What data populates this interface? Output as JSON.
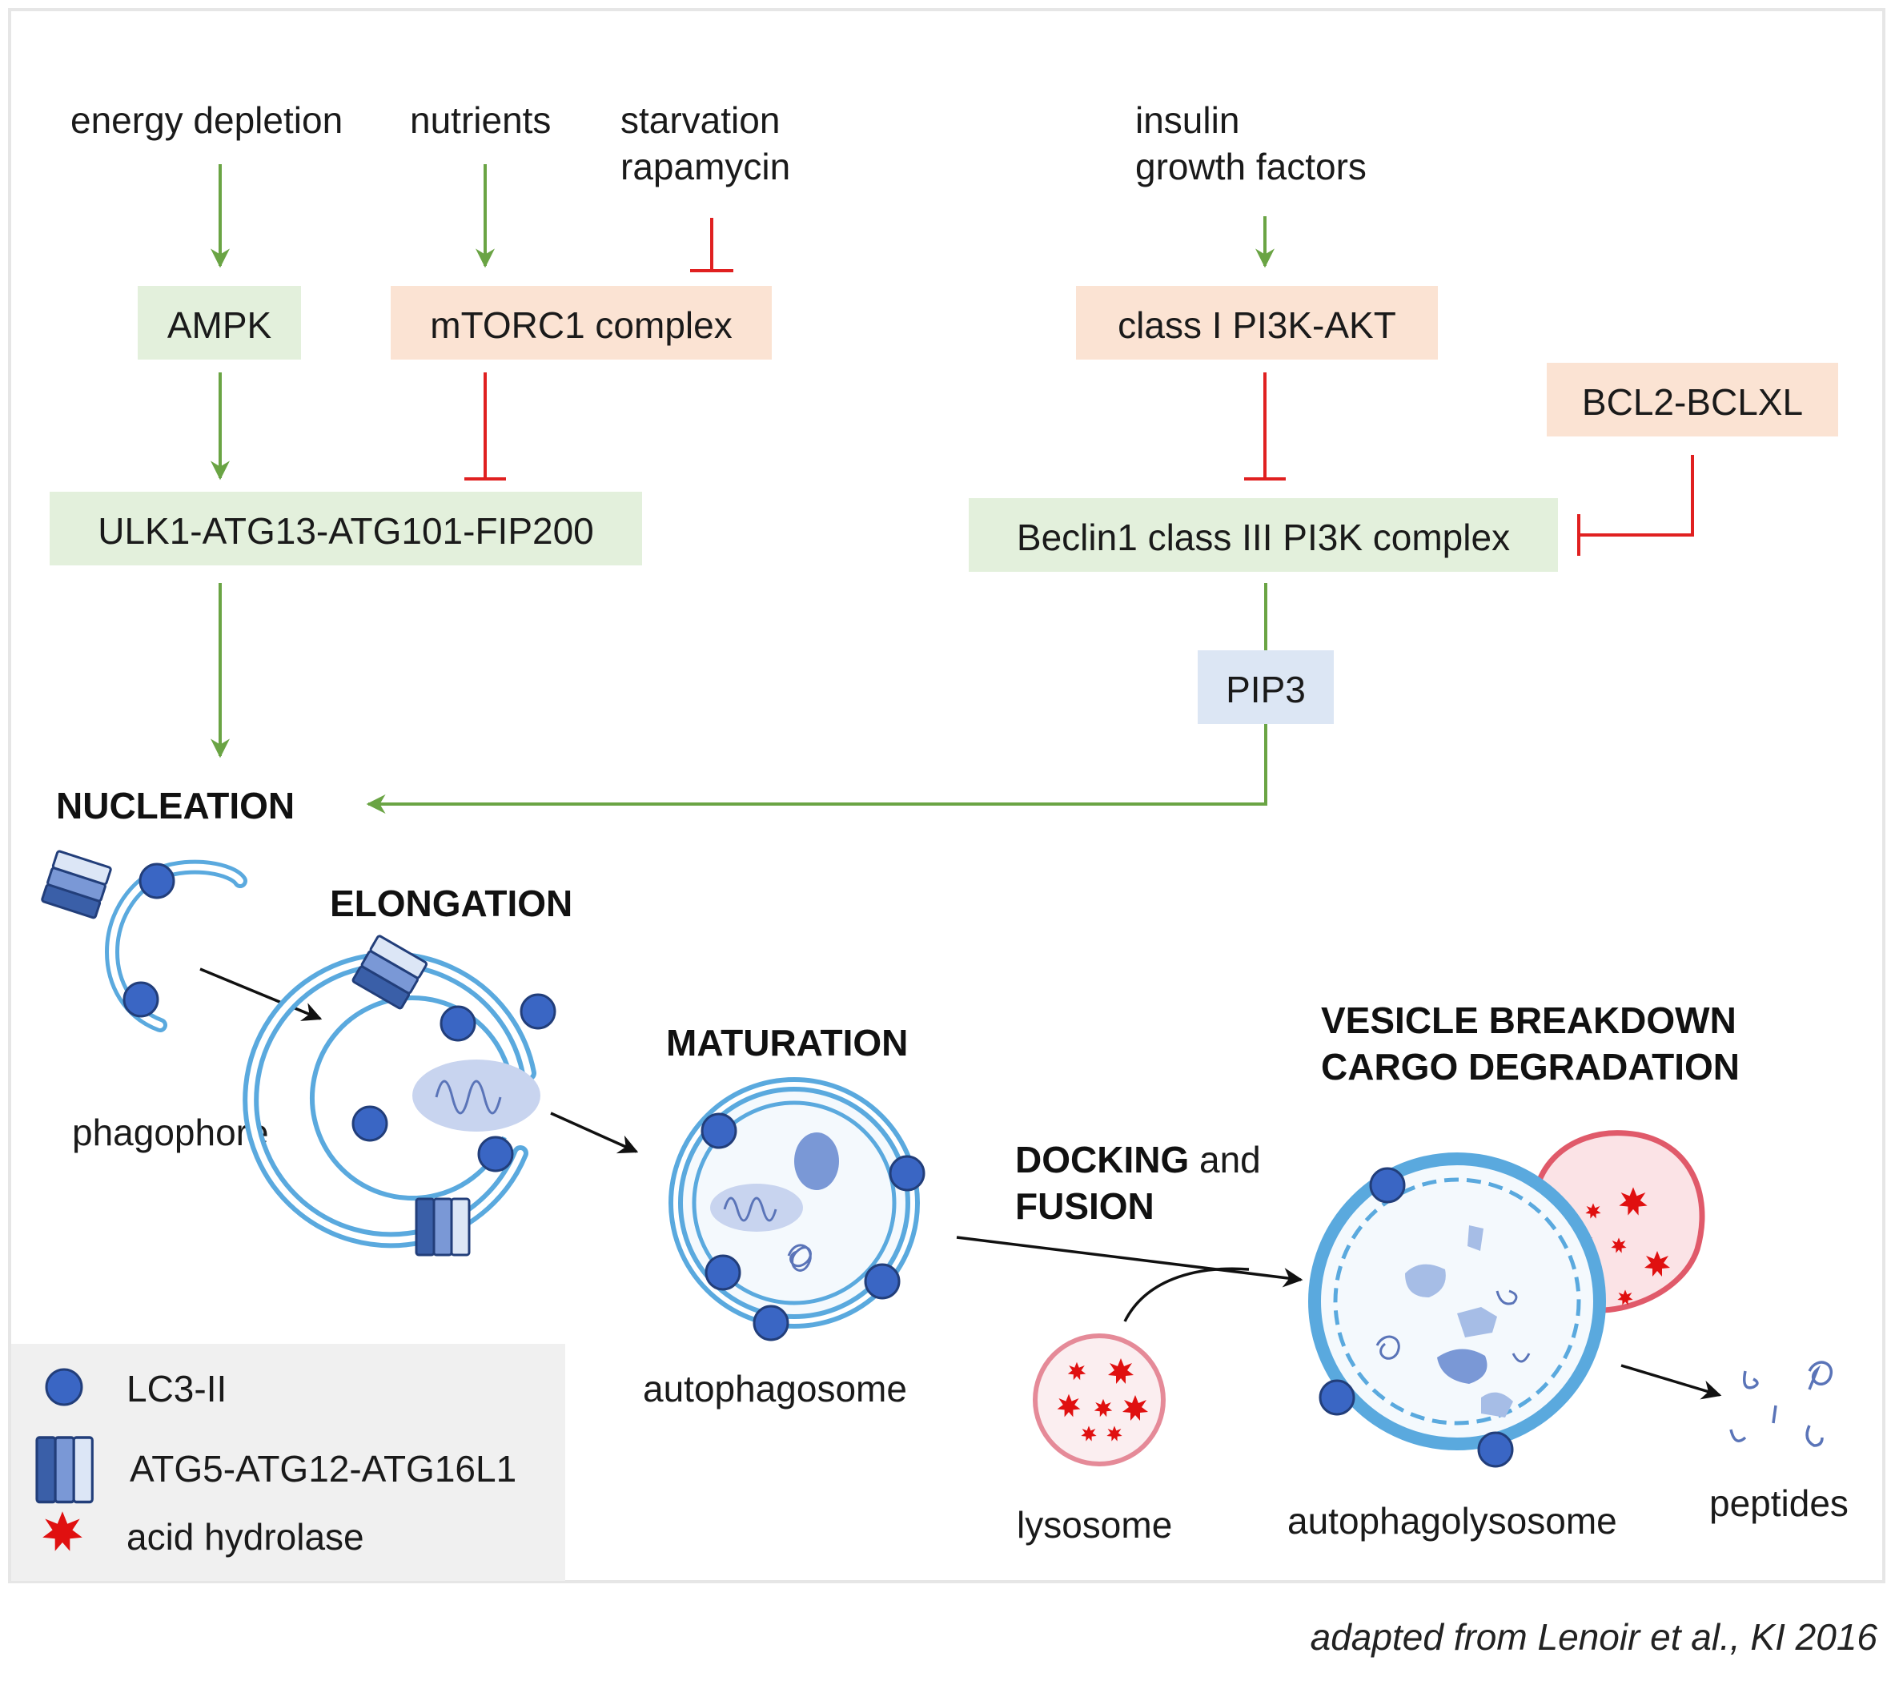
{
  "signals": {
    "energy": "energy depletion",
    "nutrients": "nutrients",
    "starvation": "starvation",
    "rapamycin": "rapamycin",
    "insulin": "insulin",
    "growth": "growth factors"
  },
  "boxes": {
    "ampk": "AMPK",
    "mtorc1": "mTORC1 complex",
    "pi3k_akt": "class I PI3K-AKT",
    "bcl2": "BCL2-BCLXL",
    "ulk1": "ULK1-ATG13-ATG101-FIP200",
    "beclin1": "Beclin1 class III PI3K complex",
    "pip3": "PIP3"
  },
  "stages": {
    "nucleation": "NUCLEATION",
    "elongation": "ELONGATION",
    "maturation": "MATURATION",
    "docking": "DOCKING",
    "docking_and": " and",
    "fusion": "FUSION",
    "vesicle": "VESICLE BREAKDOWN",
    "cargo": "CARGO DEGRADATION"
  },
  "structures": {
    "phagophore": "phagophore",
    "autophagosome": "autophagosome",
    "lysosome": "lysosome",
    "autophagolysosome": "autophagolysosome",
    "peptides": "peptides"
  },
  "legend": {
    "lc3": "LC3-II",
    "atg": "ATG5-ATG12-ATG16L1",
    "hydrolase": "acid hydrolase"
  },
  "credit": "adapted from Lenoir et al., KI 2016",
  "colors": {
    "activation": "#6aa444",
    "inhibition": "#e02020",
    "green_box": "#e3f0dc",
    "orange_box": "#fbe3d3",
    "blue_box": "#dce6f4",
    "lc3_fill": "#3a66c4",
    "membrane": "#5aa9de",
    "lysosome": "#e05a6a",
    "hydrolase": "#e01010",
    "legend_bg": "#f0f0f0"
  }
}
